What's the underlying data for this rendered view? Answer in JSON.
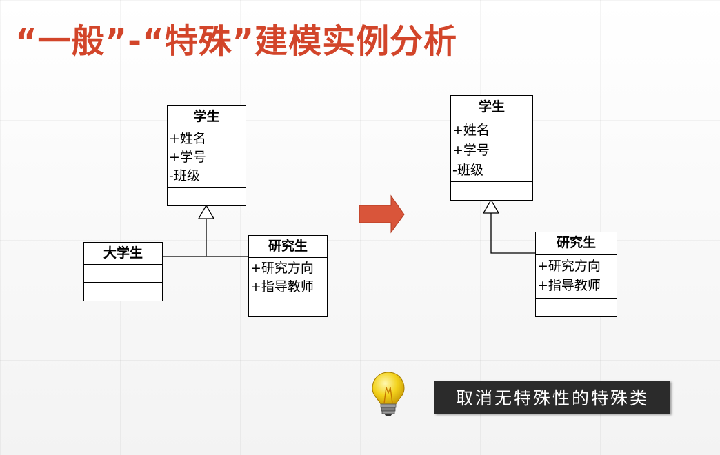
{
  "title": "“一般”-“特殊”建模实例分析",
  "colors": {
    "title": "#d2452a",
    "arrow": "#d9553a",
    "caption_bg": "#2b2b2b"
  },
  "left": {
    "student": {
      "name": "学生",
      "attrs": [
        "+姓名",
        "+学号",
        "-班级"
      ]
    },
    "undergrad": {
      "name": "大学生"
    },
    "graduate": {
      "name": "研究生",
      "attrs": [
        "+研究方向",
        "+指导教师"
      ]
    }
  },
  "right": {
    "student": {
      "name": "学生",
      "attrs": [
        "+姓名",
        "+学号",
        "-班级"
      ]
    },
    "graduate": {
      "name": "研究生",
      "attrs": [
        "+研究方向",
        "+指导教师"
      ]
    }
  },
  "icons": {
    "transform": "right-arrow-icon",
    "hint": "lightbulb-icon"
  },
  "caption": "取消无特殊性的特殊类"
}
